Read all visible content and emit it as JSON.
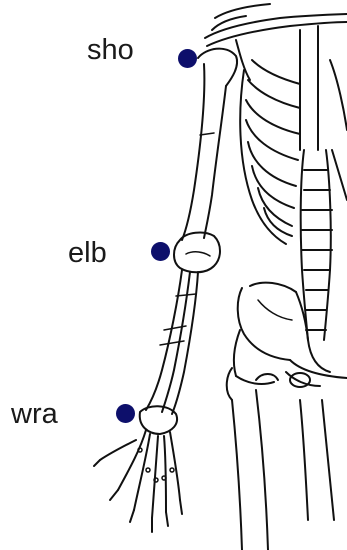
{
  "joints": [
    {
      "id": "shoulder",
      "label": "sho"
    },
    {
      "id": "elbow",
      "label": "elb"
    },
    {
      "id": "wrist",
      "label": "wra"
    }
  ],
  "colors": {
    "marker": "#0d0f6b",
    "bone_outline": "#111111",
    "background": "#ffffff"
  }
}
